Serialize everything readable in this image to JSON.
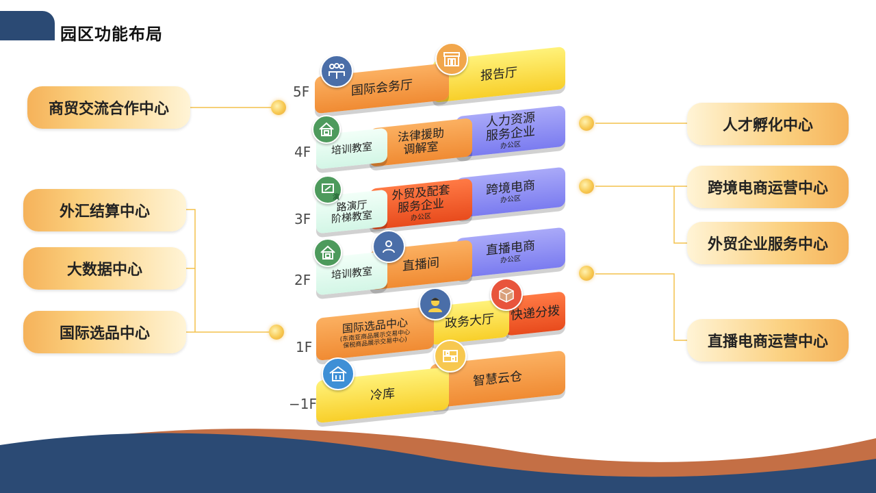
{
  "page": {
    "title": "园区功能布局"
  },
  "left_boxes": [
    "商贸交流合作中心",
    "外汇结算中心",
    "大数据中心",
    "国际选品中心"
  ],
  "right_boxes": [
    "人才孵化中心",
    "跨境电商运营中心",
    "外贸企业服务中心",
    "直播电商运营中心"
  ],
  "floors": [
    "5F",
    "4F",
    "3F",
    "2F",
    "1F",
    "−1F"
  ],
  "tiles": {
    "f5_intl_meeting": "国际会务厅",
    "f5_report": "报告厅",
    "f4_training": "培训教室",
    "f4_legal": "法律援助\n调解室",
    "f4_hr": "人力资源\n服务企业",
    "f4_hr_sub": "办公区",
    "f3_roadshow": "路演厅\n阶梯教室",
    "f3_roadshow_badge": "演",
    "f3_trade": "外贸及配套\n服务企业",
    "f3_trade_sub": "办公区",
    "f3_cbec": "跨境电商",
    "f3_cbec_sub": "办公区",
    "f2_training": "培训教室",
    "f2_live_room": "直播间",
    "f2_live_ecom": "直播电商",
    "f2_live_ecom_sub": "办公区",
    "f1_select": "国际选品中心",
    "f1_select_sub": "(东南亚商品展示交易中心\n保税商品展示交易中心)",
    "f1_gov": "政务大厅",
    "f1_express": "快递分拨",
    "b1_cold": "冷库",
    "b1_cloud": "智慧云仓"
  },
  "icons": [
    "meeting-icon",
    "shop-icon",
    "house-icon",
    "presentation-icon",
    "user-icon",
    "worker-icon",
    "package-icon",
    "warehouse-icon",
    "shelf-icon"
  ],
  "colors": {
    "navy": "#2b4a74",
    "copper": "#c46f45",
    "orange": "#f08b33",
    "yellow": "#f8cf2a",
    "purple": "#7b7cf0",
    "red": "#e84b1d",
    "gold_line": "#f3c14a"
  }
}
